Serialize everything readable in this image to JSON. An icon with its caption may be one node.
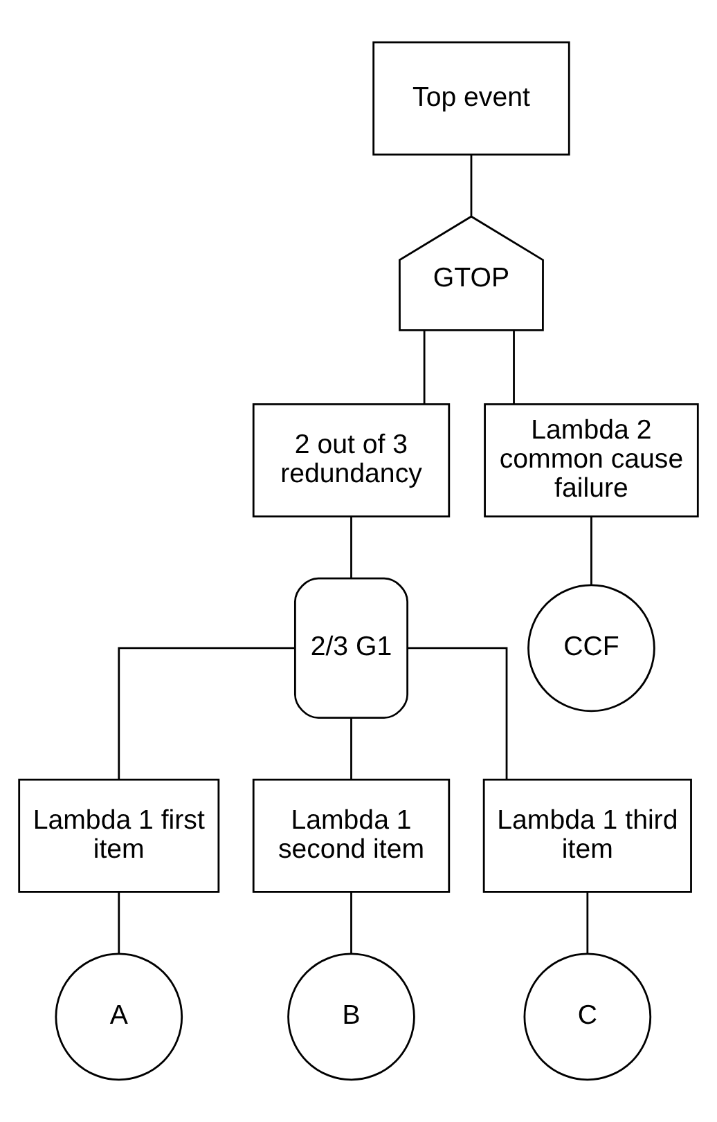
{
  "diagram": {
    "nodes": [
      {
        "text": [
          "Top event"
        ]
      },
      {
        "text": [
          "GTOP"
        ]
      },
      {
        "text": [
          "2 out of 3 redundancy"
        ]
      },
      {
        "text": [
          "Lambda 2 common cause failure"
        ]
      },
      {
        "text": [
          "2/3 G1"
        ]
      },
      {
        "text": [
          "CCF"
        ]
      },
      {
        "text": [
          "Lambda 1 first item"
        ]
      },
      {
        "text": [
          "Lambda 1 second item"
        ]
      },
      {
        "text": [
          "Lambda 1 third item"
        ]
      },
      {
        "text": [
          "A"
        ]
      },
      {
        "text": [
          "B"
        ]
      },
      {
        "text": [
          "C"
        ]
      }
    ],
    "edges": [
      {
        "from": 0,
        "to": 1,
        "arrow": "none"
      },
      {
        "from": 1,
        "to": 2,
        "arrow": "none"
      },
      {
        "from": 1,
        "to": 3,
        "arrow": "none"
      },
      {
        "from": 2,
        "to": 4,
        "arrow": "none"
      },
      {
        "from": 3,
        "to": 5,
        "arrow": "none"
      },
      {
        "from": 4,
        "to": 6,
        "arrow": "none"
      },
      {
        "from": 4,
        "to": 7,
        "arrow": "none"
      },
      {
        "from": 4,
        "to": 8,
        "arrow": "none"
      },
      {
        "from": 6,
        "to": 9,
        "arrow": "none"
      },
      {
        "from": 7,
        "to": 10,
        "arrow": "none"
      },
      {
        "from": 8,
        "to": 11,
        "arrow": "none"
      }
    ]
  }
}
